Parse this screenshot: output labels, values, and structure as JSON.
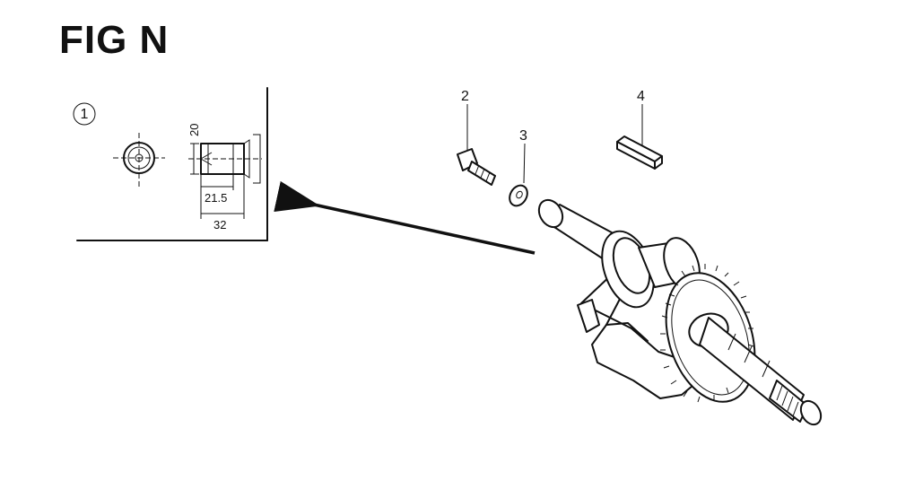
{
  "figure": {
    "title": "FIG N"
  },
  "detail": {
    "callout": "1",
    "dimensions": {
      "height": "20",
      "inner_length": "21.5",
      "total_length": "32"
    }
  },
  "parts": [
    {
      "ref": "2",
      "icon": "bolt-icon"
    },
    {
      "ref": "3",
      "icon": "washer-icon"
    },
    {
      "ref": "4",
      "icon": "key-icon"
    }
  ],
  "assembly": {
    "icon": "crankshaft-icon"
  }
}
